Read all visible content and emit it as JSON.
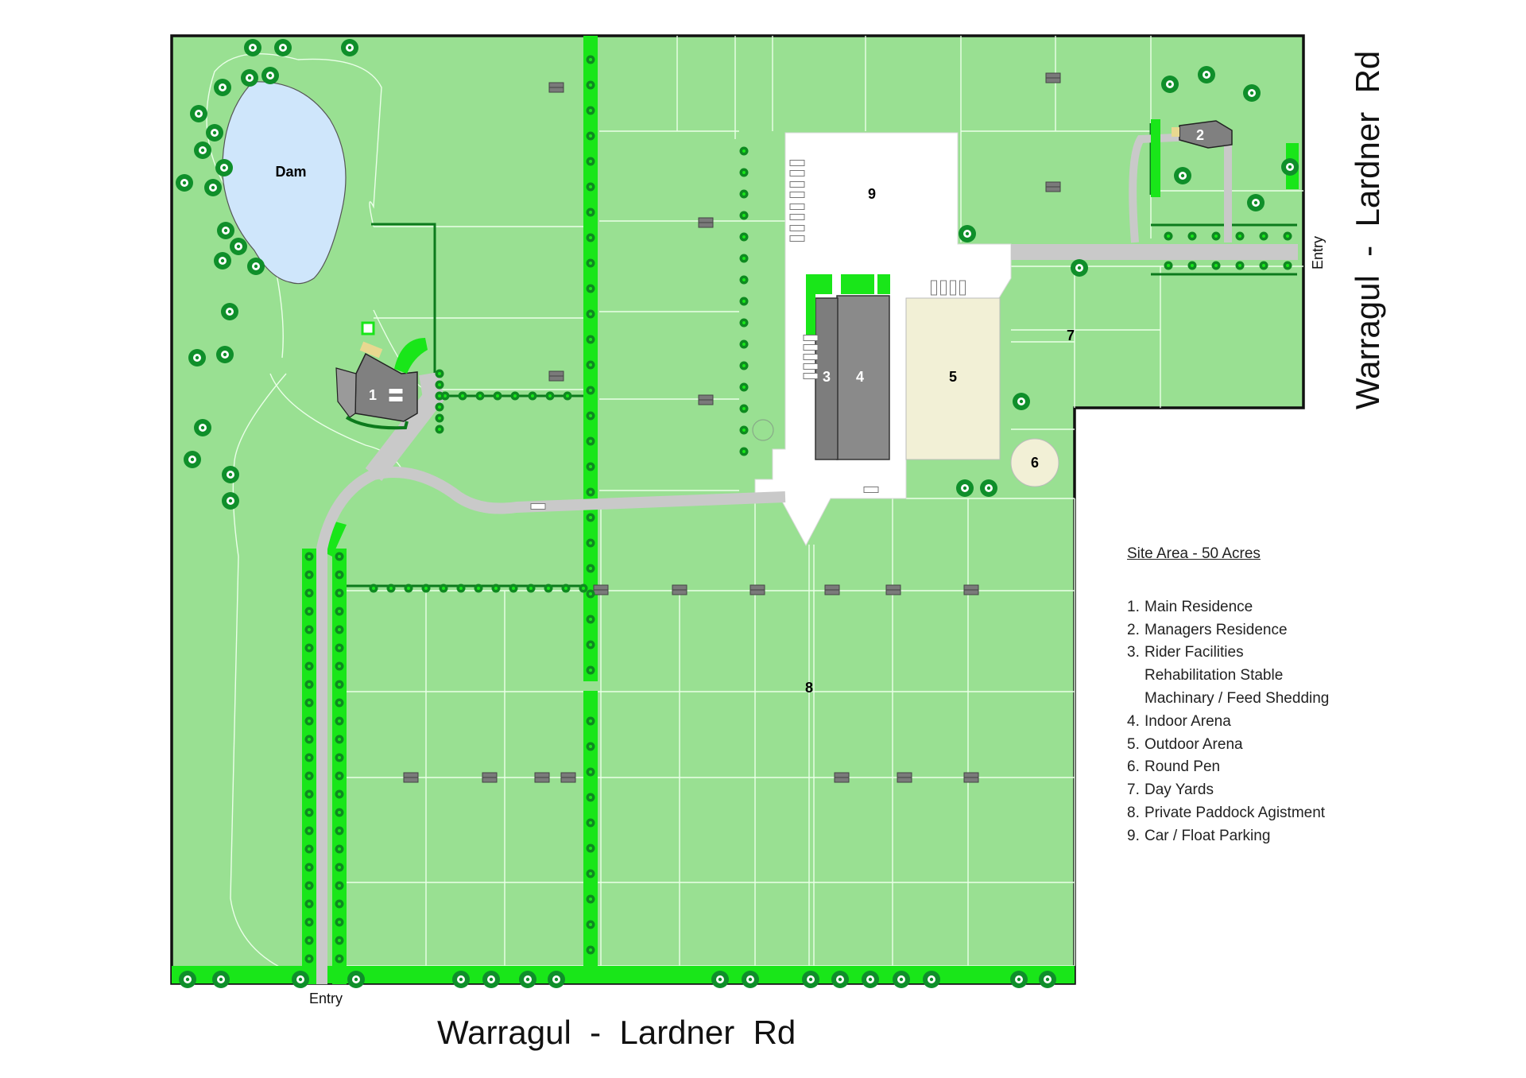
{
  "map": {
    "road_bottom": "Warragul  -  Lardner  Rd",
    "road_right": "Warragul  -  Lardner  Rd",
    "entry_bottom": "Entry",
    "entry_right": "Entry",
    "dam_label": "Dam",
    "markers": [
      "1",
      "2",
      "3",
      "4",
      "5",
      "6",
      "7",
      "8",
      "9"
    ]
  },
  "legend": {
    "title": "Site Area - 50 Acres",
    "items": [
      {
        "num": "1.",
        "lines": [
          "Main Residence"
        ]
      },
      {
        "num": "2.",
        "lines": [
          "Managers Residence"
        ]
      },
      {
        "num": "3.",
        "lines": [
          "Rider Facilities",
          "Rehabilitation Stable",
          "Machinary / Feed Shedding"
        ]
      },
      {
        "num": "4.",
        "lines": [
          "Indoor Arena"
        ]
      },
      {
        "num": "5.",
        "lines": [
          "Outdoor Arena"
        ]
      },
      {
        "num": "6.",
        "lines": [
          "Round Pen"
        ]
      },
      {
        "num": "7.",
        "lines": [
          "Day Yards"
        ]
      },
      {
        "num": "8.",
        "lines": [
          "Private Paddock Agistment"
        ]
      },
      {
        "num": "9.",
        "lines": [
          "Car / Float Parking"
        ]
      }
    ]
  },
  "colors": {
    "paddock": "#99e092",
    "hedge": "#19e619",
    "tree": "#0f8f2a",
    "road": "#c9c9c9",
    "building": "#808080",
    "dam": "#cfe6fb",
    "arena": "#f2f0d6",
    "boundary": "#111111"
  }
}
